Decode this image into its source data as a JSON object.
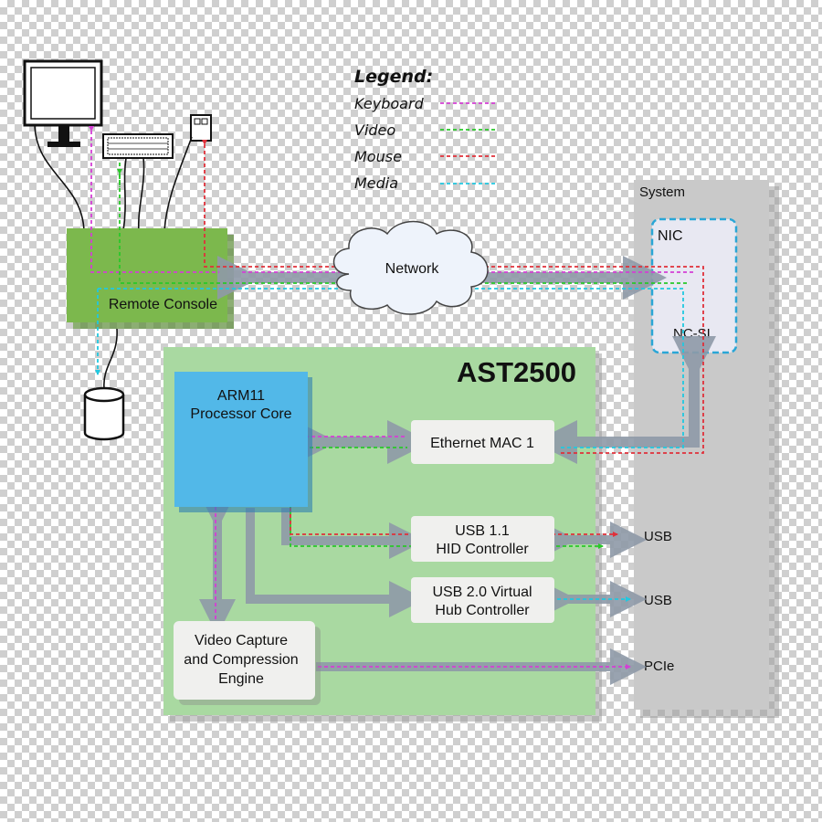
{
  "legend": {
    "title": "Legend:",
    "items": [
      {
        "label": "Keyboard",
        "color": "#d43fd4"
      },
      {
        "label": "Video",
        "color": "#29c829"
      },
      {
        "label": "Mouse",
        "color": "#e0303a"
      },
      {
        "label": "Media",
        "color": "#20c8e0"
      }
    ]
  },
  "remote_console": {
    "label": "Remote Console"
  },
  "network": {
    "label": "Network"
  },
  "system": {
    "label": "System",
    "nic_label": "NIC",
    "ncsi_label": "NC-SI",
    "ports": [
      "USB",
      "USB",
      "PCIe"
    ]
  },
  "ast2500": {
    "title": "AST2500",
    "arm_core": [
      "ARM11",
      "Processor Core"
    ],
    "ethernet_mac": "Ethernet MAC 1",
    "usb11": [
      "USB 1.1",
      "HID Controller"
    ],
    "usb20": [
      "USB 2.0 Virtual",
      "Hub Controller"
    ],
    "video_engine": [
      "Video Capture",
      "and Compression",
      "Engine"
    ]
  },
  "colors": {
    "green_block": "#78b04a",
    "chip_bg": "#a8d8a0",
    "arm_blue": "#4fb8e6",
    "system_gray": "#c8c8c8",
    "bus_gray": "#8f9aa8"
  }
}
